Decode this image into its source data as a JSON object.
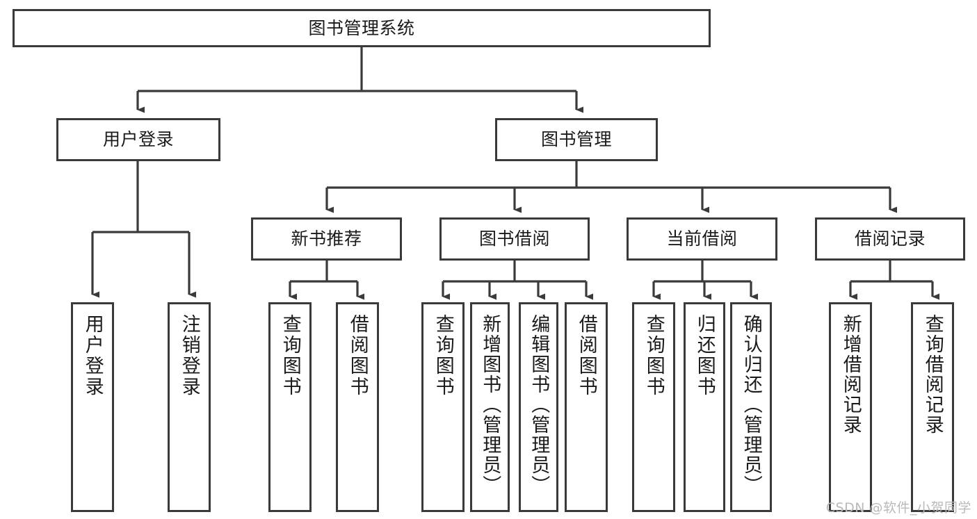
{
  "diagram": {
    "title": "图书管理系统",
    "type": "tree-hierarchy",
    "stroke_color": "#3a3a3a",
    "background_color": "#ffffff",
    "text_color": "#1a1a1a"
  },
  "watermark": {
    "text": "CSDN @软件_小贺同学",
    "color": "#b9b9b9"
  },
  "nodes": {
    "root": {
      "label": "图书管理系统"
    },
    "level2": [
      {
        "label": "用户登录"
      },
      {
        "label": "图书管理"
      }
    ],
    "level3": [
      {
        "label": "新书推荐"
      },
      {
        "label": "图书借阅"
      },
      {
        "label": "当前借阅"
      },
      {
        "label": "借阅记录"
      }
    ],
    "leaves_user_login": [
      {
        "label": "用户登录"
      },
      {
        "label": "注销登录"
      }
    ],
    "leaves_new_book": [
      {
        "label": "查询图书"
      },
      {
        "label": "借阅图书"
      }
    ],
    "leaves_borrow": [
      {
        "label": "查询图书"
      },
      {
        "label": "新增图书（管理员）"
      },
      {
        "label": "编辑图书（管理员）"
      },
      {
        "label": "借阅图书"
      }
    ],
    "leaves_current": [
      {
        "label": "查询图书"
      },
      {
        "label": "归还图书"
      },
      {
        "label": "确认归还（管理员）"
      }
    ],
    "leaves_record": [
      {
        "label": "新增借阅记录"
      },
      {
        "label": "查询借阅记录"
      }
    ]
  }
}
